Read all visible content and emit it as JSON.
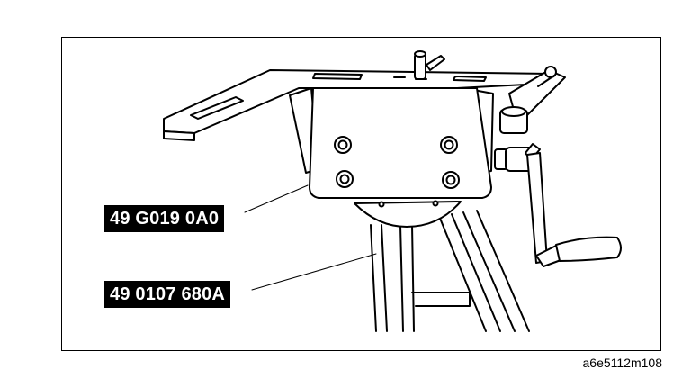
{
  "callouts": [
    {
      "part_number": "49 G019 0A0"
    },
    {
      "part_number": "49 0107 680A"
    }
  ],
  "figure_code": "a6e5112m108",
  "colors": {
    "line": "#000000",
    "label_bg": "#000000",
    "label_text": "#ffffff",
    "background": "#ffffff"
  }
}
